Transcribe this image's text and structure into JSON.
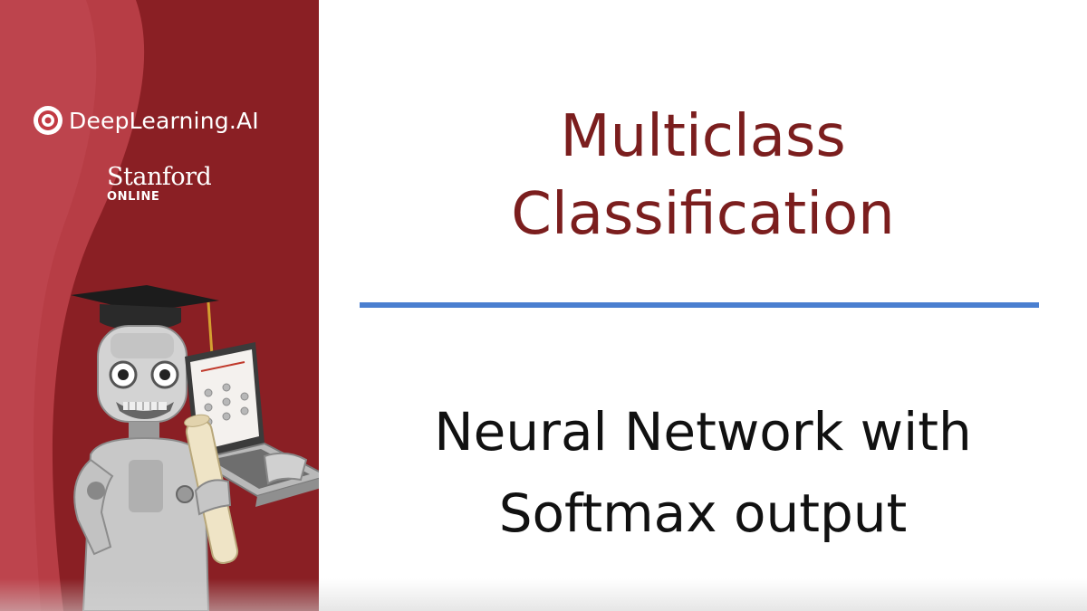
{
  "sidebar": {
    "brand": {
      "name": "DeepLearning.AI",
      "icon": "deeplearning-ai-logo-icon"
    },
    "partner": {
      "name": "Stanford",
      "subtitle": "ONLINE"
    },
    "mascot": "robot-graduate-illustration"
  },
  "slide": {
    "title_line1": "Multiclass",
    "title_line2": "Classification",
    "subtitle_line1": "Neural Network with",
    "subtitle_line2": "Softmax output"
  },
  "colors": {
    "sidebar": "#8a1f24",
    "sidebar_light": "#b73d45",
    "title": "#7b1e1e",
    "rule": "#4a7fd0",
    "subtitle": "#111111",
    "background": "#ffffff"
  }
}
